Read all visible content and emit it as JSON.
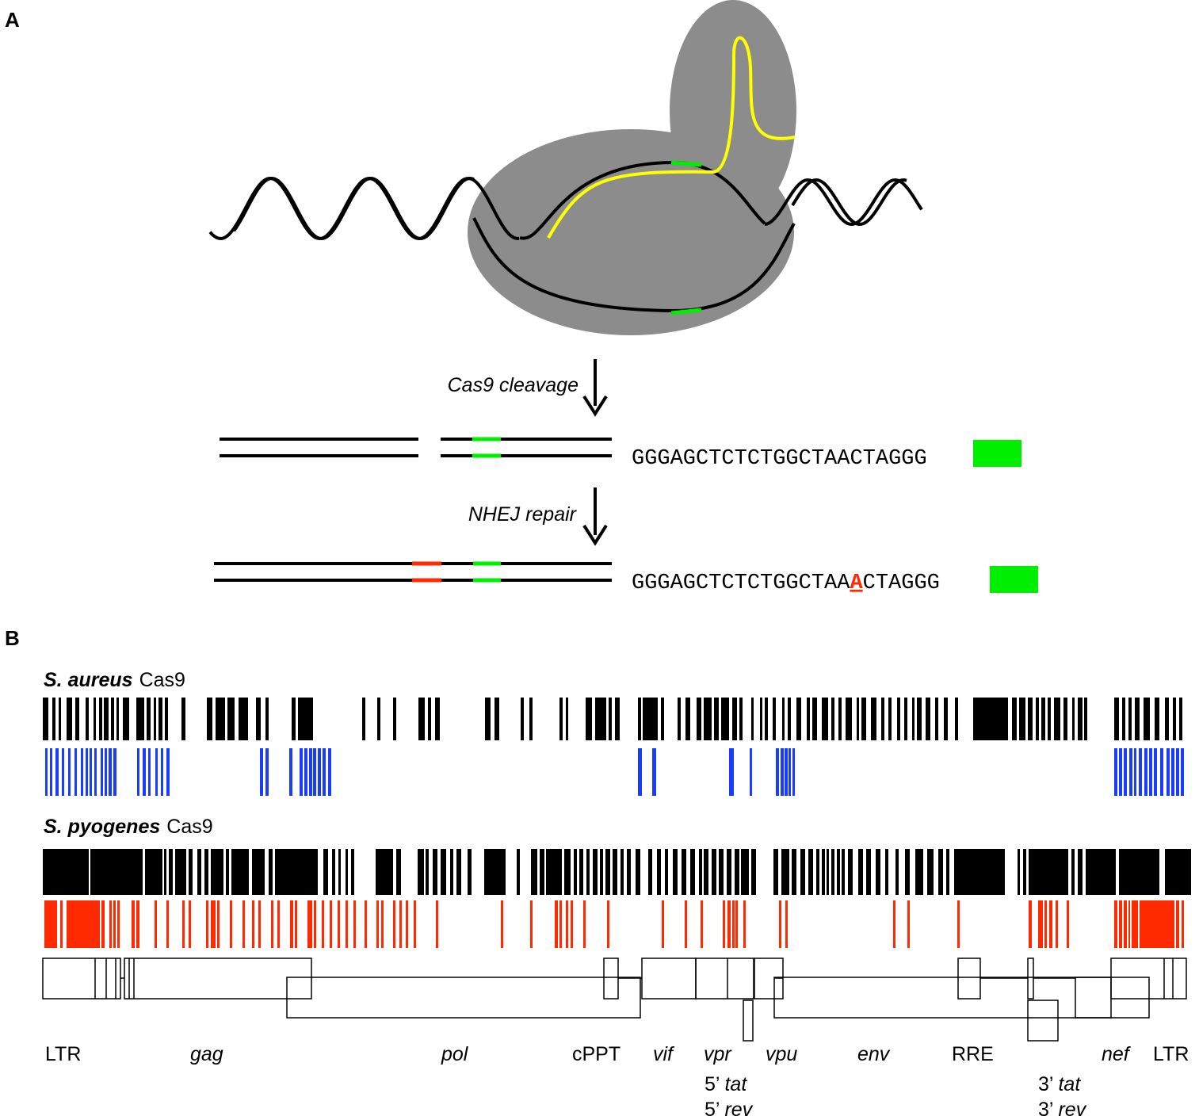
{
  "colors": {
    "protein": "#8c8c8c",
    "guide_rna": "#ffff00",
    "dna": "#000000",
    "pam": "#00ee00",
    "indel": "#ff2a00",
    "aureus_hits": "#1a3cff",
    "pyogenes_hits": "#ff2a00"
  },
  "panel_a": {
    "label": "A",
    "step1": "Cas9 cleavage",
    "step2": "NHEJ repair",
    "seq1": {
      "pre": "GGGAGCTCTCTGGCTAACTA",
      "pam": "GGG"
    },
    "seq2": {
      "pre": "GGGAGCTCTCTGGCTAA",
      "ins": "A",
      "post": "CTA",
      "pam": "GGG"
    }
  },
  "panel_b": {
    "label": "B",
    "aureus_label": {
      "species": "S. aureus",
      "protein": "Cas9"
    },
    "pyogenes_label": {
      "species": "S. pyogenes",
      "protein": "Cas9"
    },
    "genome_labels": [
      {
        "text": "LTR",
        "italic": false
      },
      {
        "text": "gag",
        "italic": true
      },
      {
        "text": "pol",
        "italic": true
      },
      {
        "text": "cPPT",
        "italic": false
      },
      {
        "text": "vif",
        "italic": true
      },
      {
        "text": "vpr",
        "italic": true
      },
      {
        "text": "vpu",
        "italic": true
      },
      {
        "text": "env",
        "italic": true
      },
      {
        "text": "RRE",
        "italic": false
      },
      {
        "text": "nef",
        "italic": true
      },
      {
        "text": "LTR",
        "italic": false
      }
    ],
    "tat5": {
      "prefix": "5’ ",
      "name": "tat"
    },
    "rev5": {
      "prefix": "5’ ",
      "name": "rev"
    },
    "tat3": {
      "prefix": "3’ ",
      "name": "tat"
    },
    "rev3": {
      "prefix": "3’ ",
      "name": "rev"
    }
  }
}
